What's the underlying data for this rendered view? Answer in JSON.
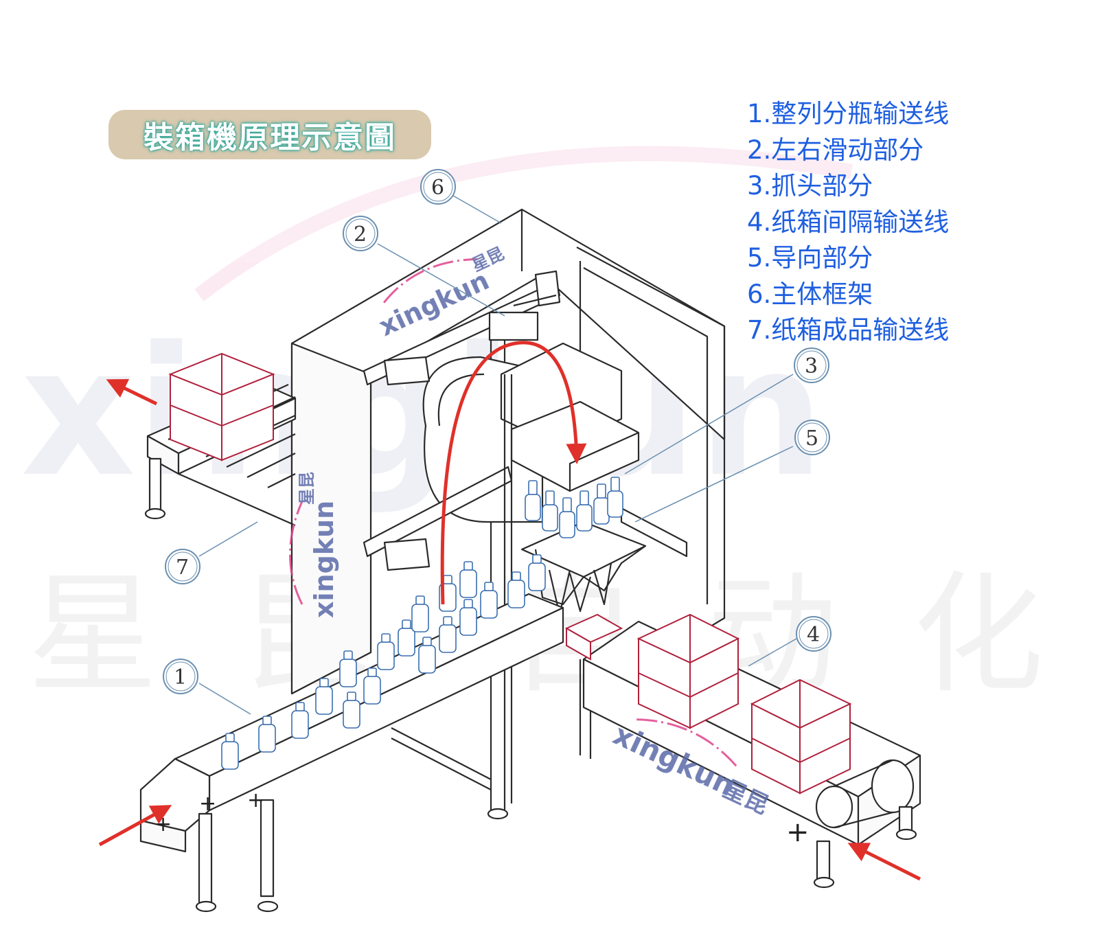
{
  "title": "裝箱機原理示意圖",
  "legend": [
    "1.整列分瓶输送线",
    "2.左右滑动部分",
    "3.抓头部分",
    "4.纸箱间隔输送线",
    "5.导向部分",
    "6.主体框架",
    "7.纸箱成品输送线"
  ],
  "callouts": [
    "1",
    "2",
    "3",
    "4",
    "5",
    "6",
    "7"
  ],
  "watermark": {
    "brand": "xingkun",
    "brand_cn": "星昆",
    "background_chars": [
      "星",
      "昆",
      "自",
      "动",
      "化"
    ]
  },
  "colors": {
    "legend_text": "#1f5fe0",
    "flow_arrow": "#e0302a",
    "line_art": "#2a2a2a",
    "box_lines": "#b0203c",
    "bottle_lines": "#3a6fb0",
    "watermark_brand": "#5a6aa8",
    "watermark_arc": "#e0408a",
    "title_badge": "#d9c9ae",
    "title_glow": "#2aa79b"
  }
}
